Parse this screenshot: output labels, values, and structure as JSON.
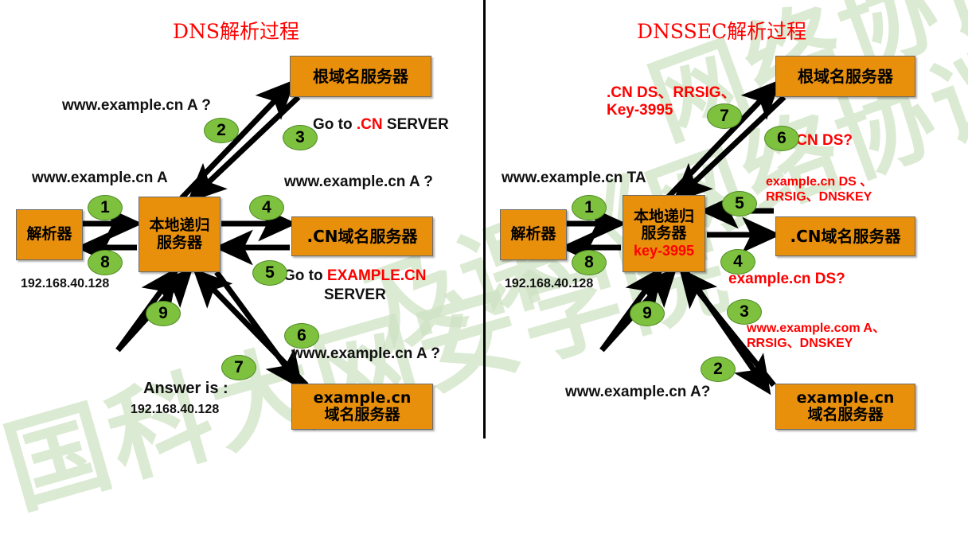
{
  "watermark": {
    "line1": "国科大网安学院",
    "line2": "网络协议安",
    "line3": "及课《网络协议安"
  },
  "panels": [
    {
      "id": "dns",
      "title": "DNS解析过程",
      "boxes": [
        {
          "name": "resolver",
          "lines": [
            "解析器"
          ]
        },
        {
          "name": "local-recursive",
          "lines": [
            "本地递归",
            "服务器"
          ]
        },
        {
          "name": "root-server",
          "lines": [
            "根域名服务器"
          ]
        },
        {
          "name": "cn-server",
          "lines": [
            ".CN域名服务器"
          ]
        },
        {
          "name": "example-server",
          "lines": [
            "example.cn",
            "域名服务器"
          ]
        }
      ],
      "labels": [
        {
          "name": "query-root-label",
          "text": "www.example.cn A ?"
        },
        {
          "name": "goto-cn-label",
          "pre": "Go to ",
          "red": ".CN",
          "post": " SERVER"
        },
        {
          "name": "query-resolver-label",
          "text": "www.example.cn A"
        },
        {
          "name": "query-cn-label",
          "text": "www.example.cn A ?"
        },
        {
          "name": "resolver-ip-label",
          "text": "192.168.40.128"
        },
        {
          "name": "goto-example-label",
          "pre": "Go to ",
          "red": "EXAMPLE.CN",
          "post": ""
        },
        {
          "name": "goto-example-label2",
          "text": "SERVER"
        },
        {
          "name": "query-example-label",
          "text": "www.example.cn A ?"
        },
        {
          "name": "answer-label",
          "text": "Answer is :"
        },
        {
          "name": "answer-ip-label",
          "text": "192.168.40.128"
        }
      ],
      "steps": [
        "1",
        "2",
        "3",
        "4",
        "5",
        "6",
        "7",
        "8",
        "9"
      ]
    },
    {
      "id": "dnssec",
      "title": "DNSSEC解析过程",
      "boxes": [
        {
          "name": "resolver",
          "lines": [
            "解析器"
          ]
        },
        {
          "name": "local-recursive",
          "lines": [
            "本地递归",
            "服务器"
          ],
          "key": "key-3995"
        },
        {
          "name": "root-server",
          "lines": [
            "根域名服务器"
          ]
        },
        {
          "name": "cn-server",
          "lines": [
            ".CN域名服务器"
          ]
        },
        {
          "name": "example-server",
          "lines": [
            "example.cn",
            "域名服务器"
          ]
        }
      ],
      "labels": [
        {
          "name": "cn-ds-rrsig-label",
          "line1": ".CN DS、RRSIG、",
          "line2": "Key-3995"
        },
        {
          "name": "cn-ds-query-label",
          "text": ".CN DS?"
        },
        {
          "name": "example-ds-rrsig-label",
          "line1": "example.cn  DS 、",
          "line2": "RRSIG、DNSKEY"
        },
        {
          "name": "query-ta-label",
          "text": "www.example.cn TA"
        },
        {
          "name": "resolver-ip-label",
          "text": "192.168.40.128"
        },
        {
          "name": "example-ds-query-label",
          "text": "example.cn DS?"
        },
        {
          "name": "www-a-rrsig-label",
          "line1": "www.example.com A、",
          "line2": "RRSIG、DNSKEY"
        },
        {
          "name": "query-a-label",
          "text": "www.example.cn  A?"
        }
      ],
      "steps": [
        "1",
        "2",
        "3",
        "4",
        "5",
        "6",
        "7",
        "8",
        "9"
      ]
    }
  ],
  "colors": {
    "box_fill": "#E8900C",
    "step_fill": "#7DC13F",
    "title_red": "#FF0000",
    "accent_red": "#FF0000",
    "watermark_green": "#CFE3C4"
  }
}
